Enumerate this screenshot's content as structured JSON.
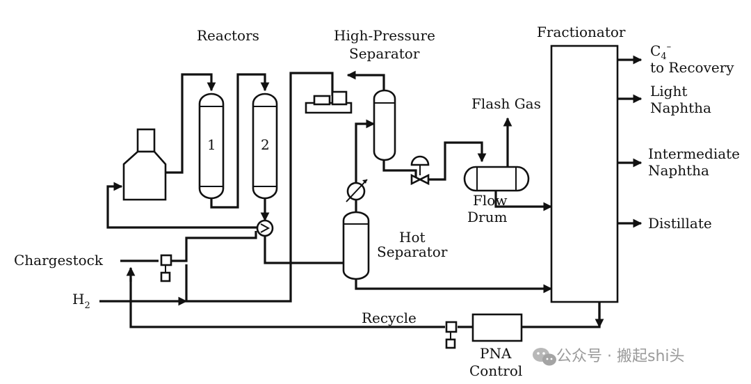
{
  "labels": {
    "reactors": "Reactors",
    "reactor_1": "1",
    "reactor_2": "2",
    "hps_line1": "High-Pressure",
    "hps_line2": "Separator",
    "fractionator": "Fractionator",
    "c4_main": "C",
    "c4_sub": "4",
    "c4_sup": "–",
    "c4_line2": "to Recovery",
    "light_naphtha_1": "Light",
    "light_naphtha_2": "Naphtha",
    "intermediate_1": "Intermediate",
    "intermediate_2": "Naphtha",
    "distillate": "Distillate",
    "flash_gas": "Flash Gas",
    "flow_drum_1": "Flow",
    "flow_drum_2": "Drum",
    "hot_sep_1": "Hot",
    "hot_sep_2": "Separator",
    "chargestock": "Chargestock",
    "h2_main": "H",
    "h2_sub": "2",
    "recycle": "Recycle",
    "pna_1": "PNA",
    "pna_2": "Control"
  },
  "watermark": {
    "text": "公众号 · 搬起shi头",
    "icon": "wechat-icon"
  }
}
